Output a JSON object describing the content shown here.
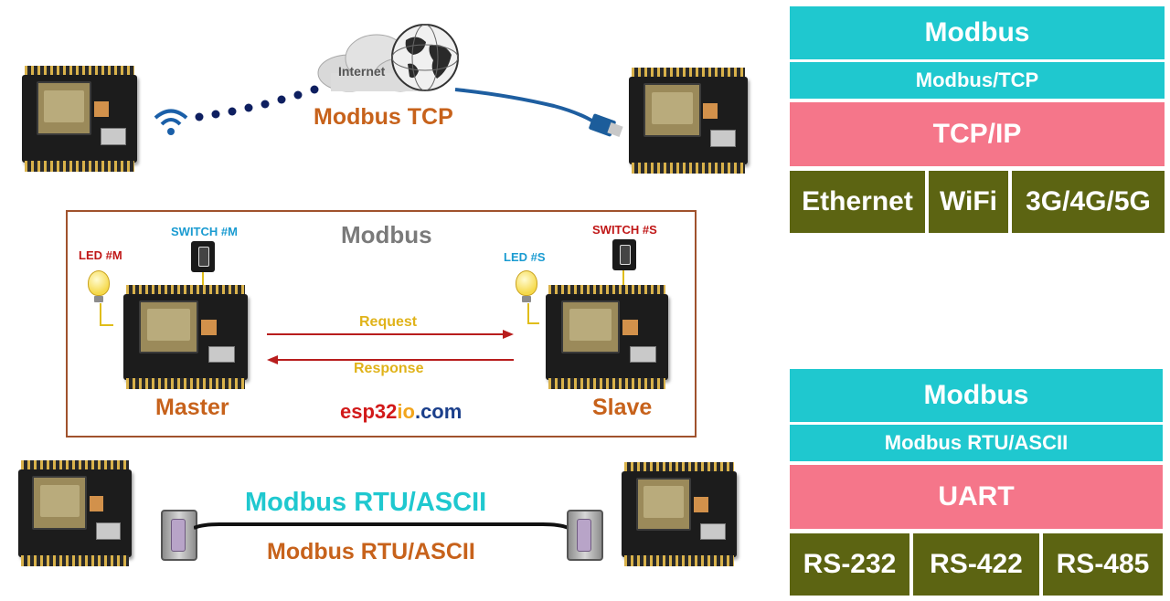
{
  "top": {
    "cloud_label": "Internet",
    "title": "Modbus TCP"
  },
  "master_slave": {
    "title": "Modbus",
    "switch_m": "SWITCH #M",
    "switch_s": "SWITCH #S",
    "led_m": "LED #M",
    "led_s": "LED #S",
    "request": "Request",
    "response": "Response",
    "master": "Master",
    "slave": "Slave",
    "site_part1": "esp32",
    "site_part2": "io",
    "site_part3": ".com"
  },
  "bottom": {
    "title_top": "Modbus RTU/ASCII",
    "title_bottom": "Modbus RTU/ASCII"
  },
  "tcp_stack": {
    "layer1": "Modbus",
    "layer2": "Modbus/TCP",
    "layer3": "TCP/IP",
    "phys": [
      "Ethernet",
      "WiFi",
      "3G/4G/5G"
    ]
  },
  "rtu_stack": {
    "layer1": "Modbus",
    "layer2": "Modbus RTU/ASCII",
    "layer3": "UART",
    "phys": [
      "RS-232",
      "RS-422",
      "RS-485"
    ]
  },
  "colors": {
    "cyan": "#1fc8cf",
    "pink": "#f5768a",
    "olive": "#5c6412",
    "orange_text": "#c7621b",
    "box_border": "#a0522d",
    "arrow_red": "#b81d1d"
  }
}
